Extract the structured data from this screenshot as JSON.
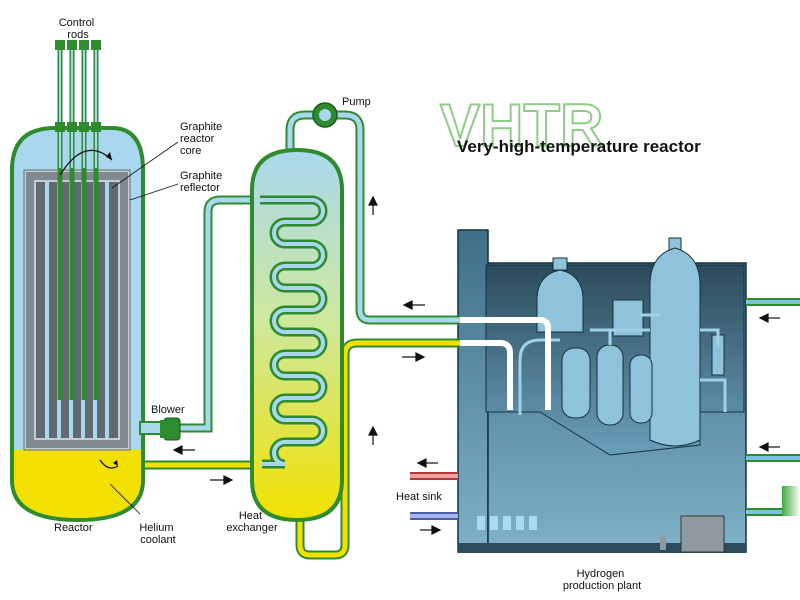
{
  "title": {
    "acronym": "VHTR",
    "subtitle": "Very-high-temperature reactor"
  },
  "labels": {
    "control_rods": [
      "Control",
      "rods"
    ],
    "graphite_core": [
      "Graphite",
      "reactor",
      "core"
    ],
    "graphite_reflector": [
      "Graphite",
      "reflector"
    ],
    "pump": "Pump",
    "blower": "Blower",
    "reactor": "Reactor",
    "helium_coolant": [
      "Helium",
      "coolant"
    ],
    "heat_exchanger": [
      "Heat",
      "exchanger"
    ],
    "heat_sink": "Heat sink",
    "hydrogen_plant": [
      "Hydrogen",
      "production plant"
    ]
  },
  "colors": {
    "vessel_outline": "#2e8b2e",
    "helium_hot": "#f2e100",
    "helium_cool": "#a9d8ee",
    "graphite": "#5f6a72",
    "plant_body": "#4c7e98",
    "cold_pipe": "#7cc3dc",
    "hot_pipe": "#e8de3a",
    "heat_sink_hot": "#d45a5a",
    "heat_sink_cold": "#6b82c8"
  }
}
